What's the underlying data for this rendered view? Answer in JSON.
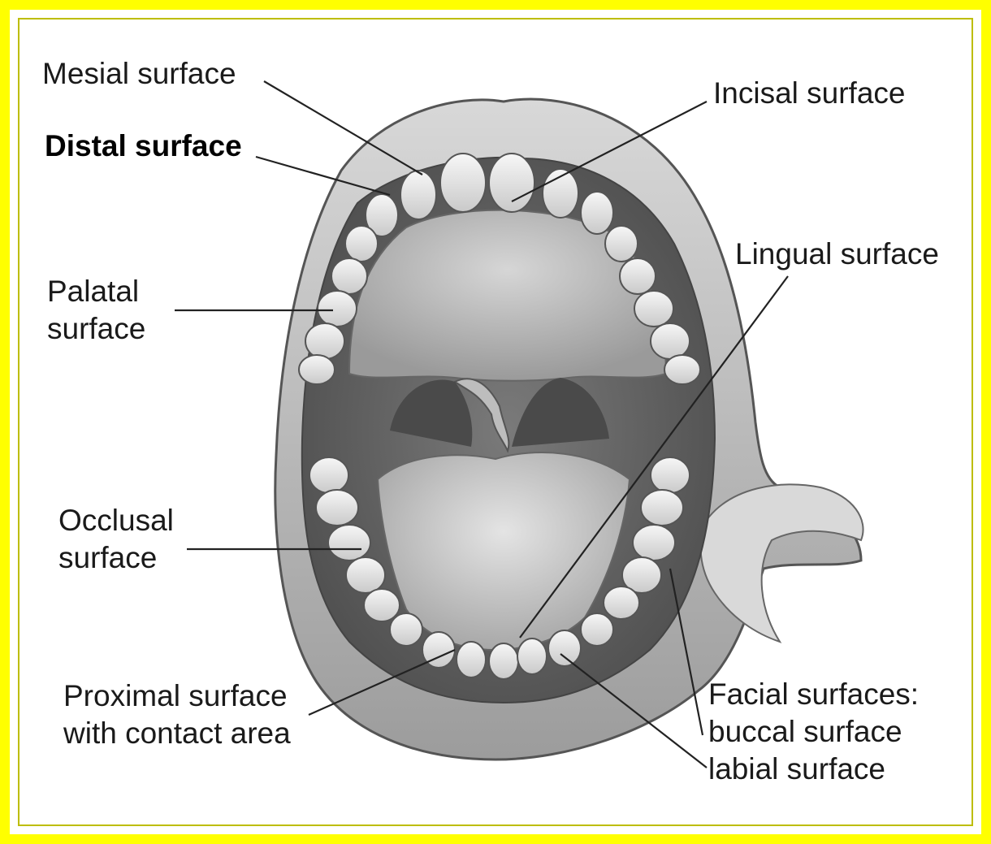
{
  "colors": {
    "frame": "#ffff00",
    "background": "#ffffff",
    "leader": "#222222"
  },
  "labels": {
    "mesial": "Mesial surface",
    "distal": "Distal surface",
    "incisal": "Incisal surface",
    "lingual": "Lingual surface",
    "palatal": [
      "Palatal",
      "surface"
    ],
    "occlusal": [
      "Occlusal",
      "surface"
    ],
    "proximal": [
      "Proximal surface",
      "with contact area"
    ],
    "facial": [
      "Facial surfaces:",
      "buccal surface",
      "labial surface"
    ]
  }
}
